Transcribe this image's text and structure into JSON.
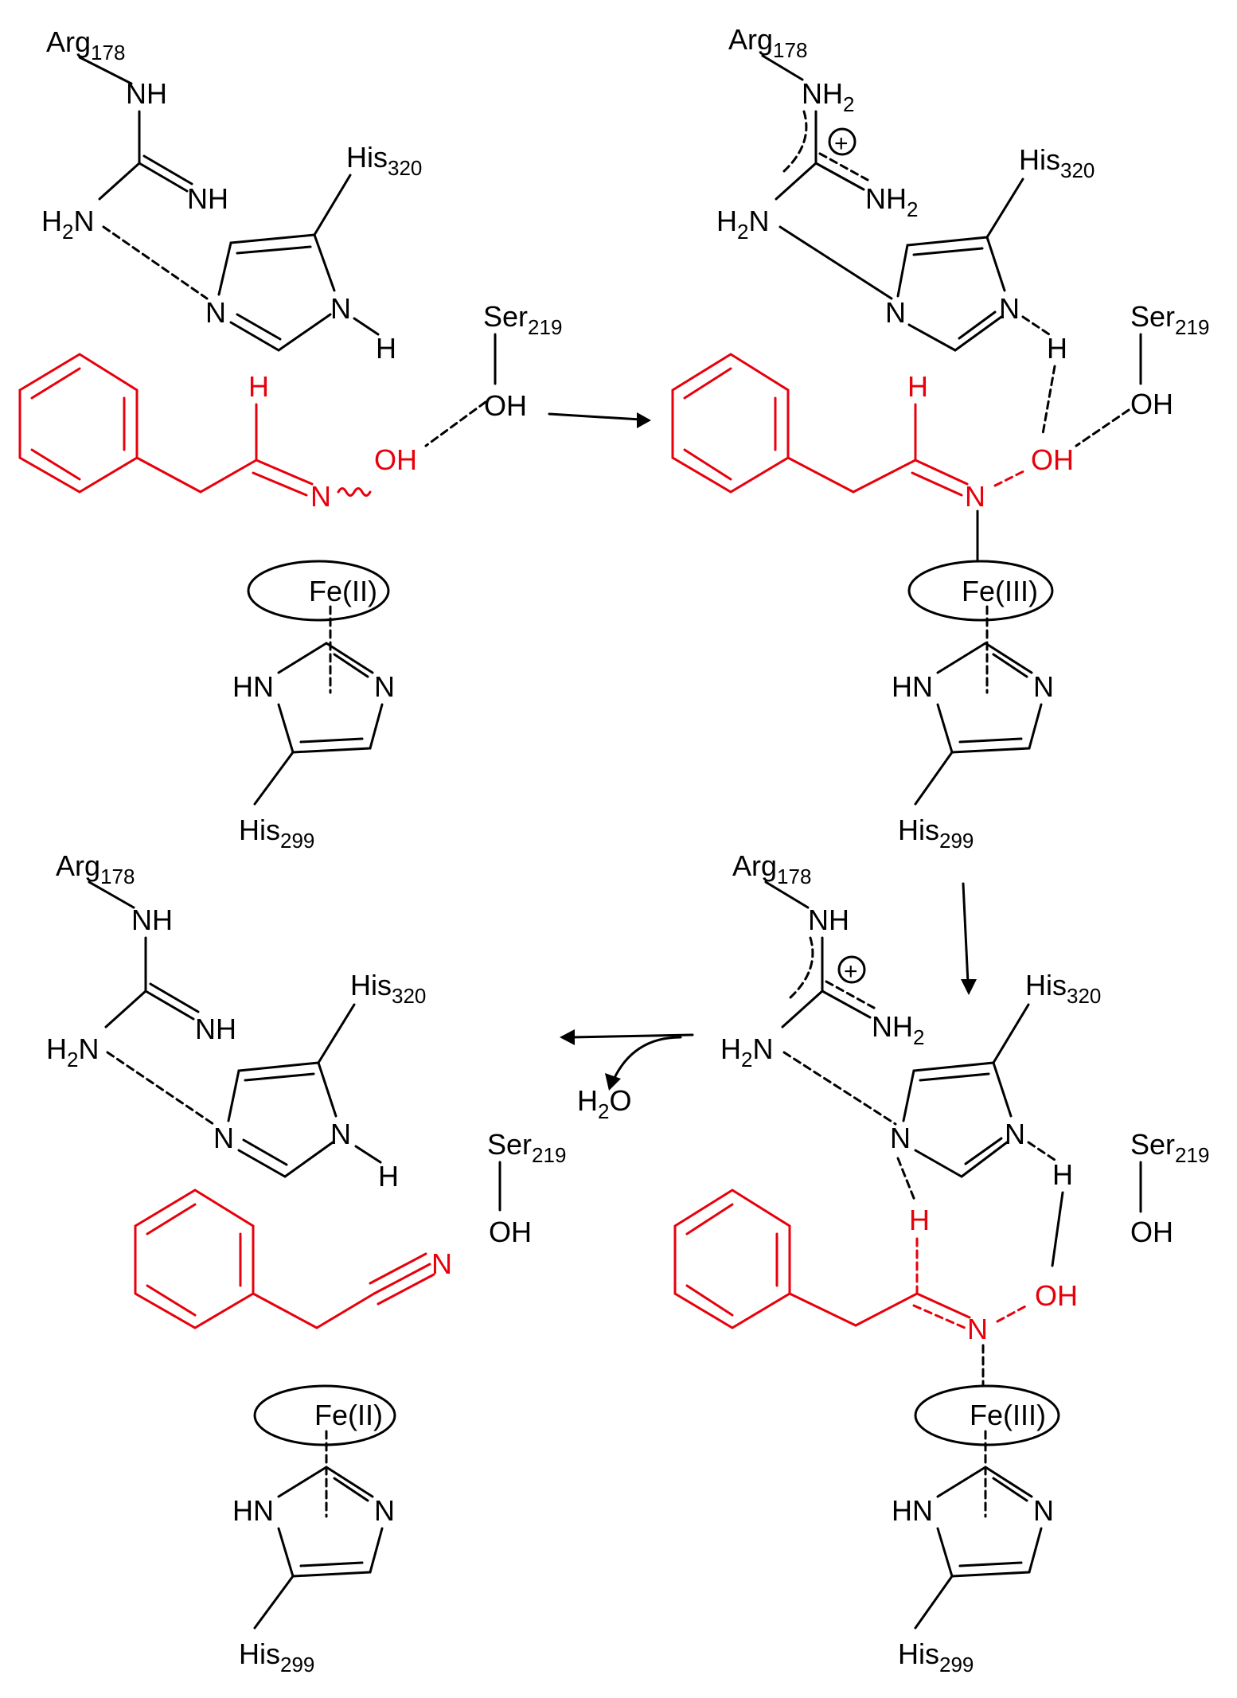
{
  "scheme": {
    "colors": {
      "ink": "#000000",
      "substrate": "#e8000b"
    },
    "labels": {
      "arg": "Arg",
      "arg_sub": "178",
      "his_a": "His",
      "his_a_sub": "320",
      "his_b": "His",
      "his_b_sub": "299",
      "ser": "Ser",
      "ser_sub": "219",
      "nh": "NH",
      "nh2": "NH",
      "h2n": "H",
      "h2n_n": "N",
      "two": "2",
      "n": "N",
      "h": "H",
      "hn": "HN",
      "oh": "OH",
      "fe2": "Fe(II)",
      "fe3": "Fe(III)",
      "plus": "+",
      "water_h": "H",
      "water_o": "O"
    }
  }
}
